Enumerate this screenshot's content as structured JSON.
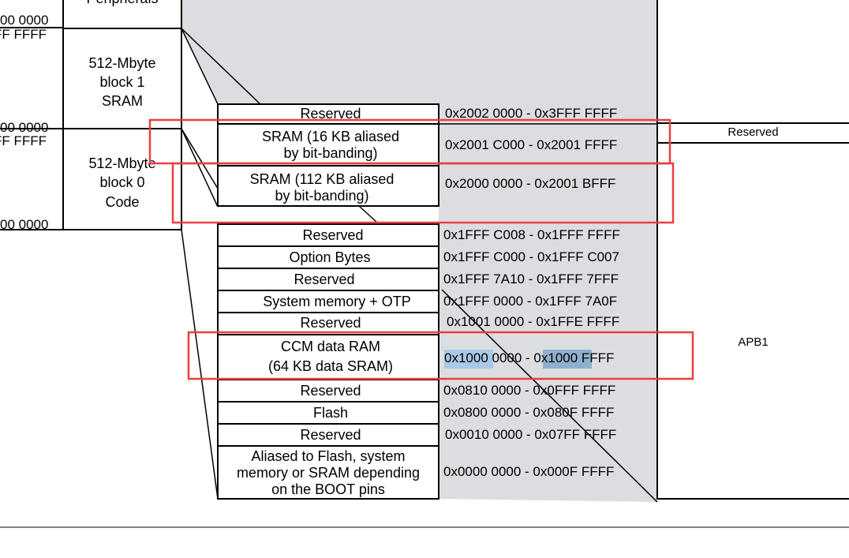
{
  "colors": {
    "gray_fill": "#dcdde1",
    "highlight_red": "#e8403f",
    "selection_light": "#a9cae6",
    "selection_dark": "#8fb0cc"
  },
  "left_addresses": [
    "00 0000",
    "FF FFFF",
    "00 0000",
    "FF FFFF",
    "00 0000"
  ],
  "left_blocks": {
    "peripherals_partial": "Peripherals",
    "block1": [
      "512-Mbyte",
      "block 1",
      "SRAM"
    ],
    "block0": [
      "512-Mbyte",
      "block 0",
      "Code"
    ]
  },
  "memory_regions": [
    {
      "name": [
        "Reserved"
      ],
      "address": "0x2002 0000 - 0x3FFF FFFF"
    },
    {
      "name": [
        "SRAM (16 KB aliased",
        "by bit-banding)"
      ],
      "address": "0x2001 C000 - 0x2001 FFFF"
    },
    {
      "name": [
        "SRAM (112 KB aliased",
        "by bit-banding)"
      ],
      "address": "0x2000 0000 - 0x2001 BFFF"
    },
    {
      "name": [
        "Reserved"
      ],
      "address": "0x1FFF C008 - 0x1FFF FFFF"
    },
    {
      "name": [
        "Option Bytes"
      ],
      "address": "0x1FFF C000 - 0x1FFF C007"
    },
    {
      "name": [
        "Reserved"
      ],
      "address": "0x1FFF 7A10 - 0x1FFF 7FFF"
    },
    {
      "name": [
        "System memory + OTP"
      ],
      "address": "0x1FFF 0000 - 0x1FFF 7A0F"
    },
    {
      "name": [
        "Reserved"
      ],
      "address": "0x1001 0000 - 0x1FFE FFFF"
    },
    {
      "name": [
        "CCM data RAM",
        "(64 KB data SRAM)"
      ],
      "address": "0x1000 0000 - 0x1000 FFFF"
    },
    {
      "name": [
        "Reserved"
      ],
      "address": "0x0810 0000 - 0x0FFF FFFF"
    },
    {
      "name": [
        "Flash"
      ],
      "address": "0x0800 0000 - 0x080F FFFF"
    },
    {
      "name": [
        "Reserved"
      ],
      "address": "0x0010 0000 - 0x07FF FFFF"
    },
    {
      "name": [
        "Aliased to Flash, system",
        "memory or SRAM depending",
        "on the BOOT pins"
      ],
      "address": "0x0000 0000 - 0x000F FFFF"
    }
  ],
  "right_panel": {
    "reserved_label": "Reserved",
    "apb1_label": "APB1"
  }
}
